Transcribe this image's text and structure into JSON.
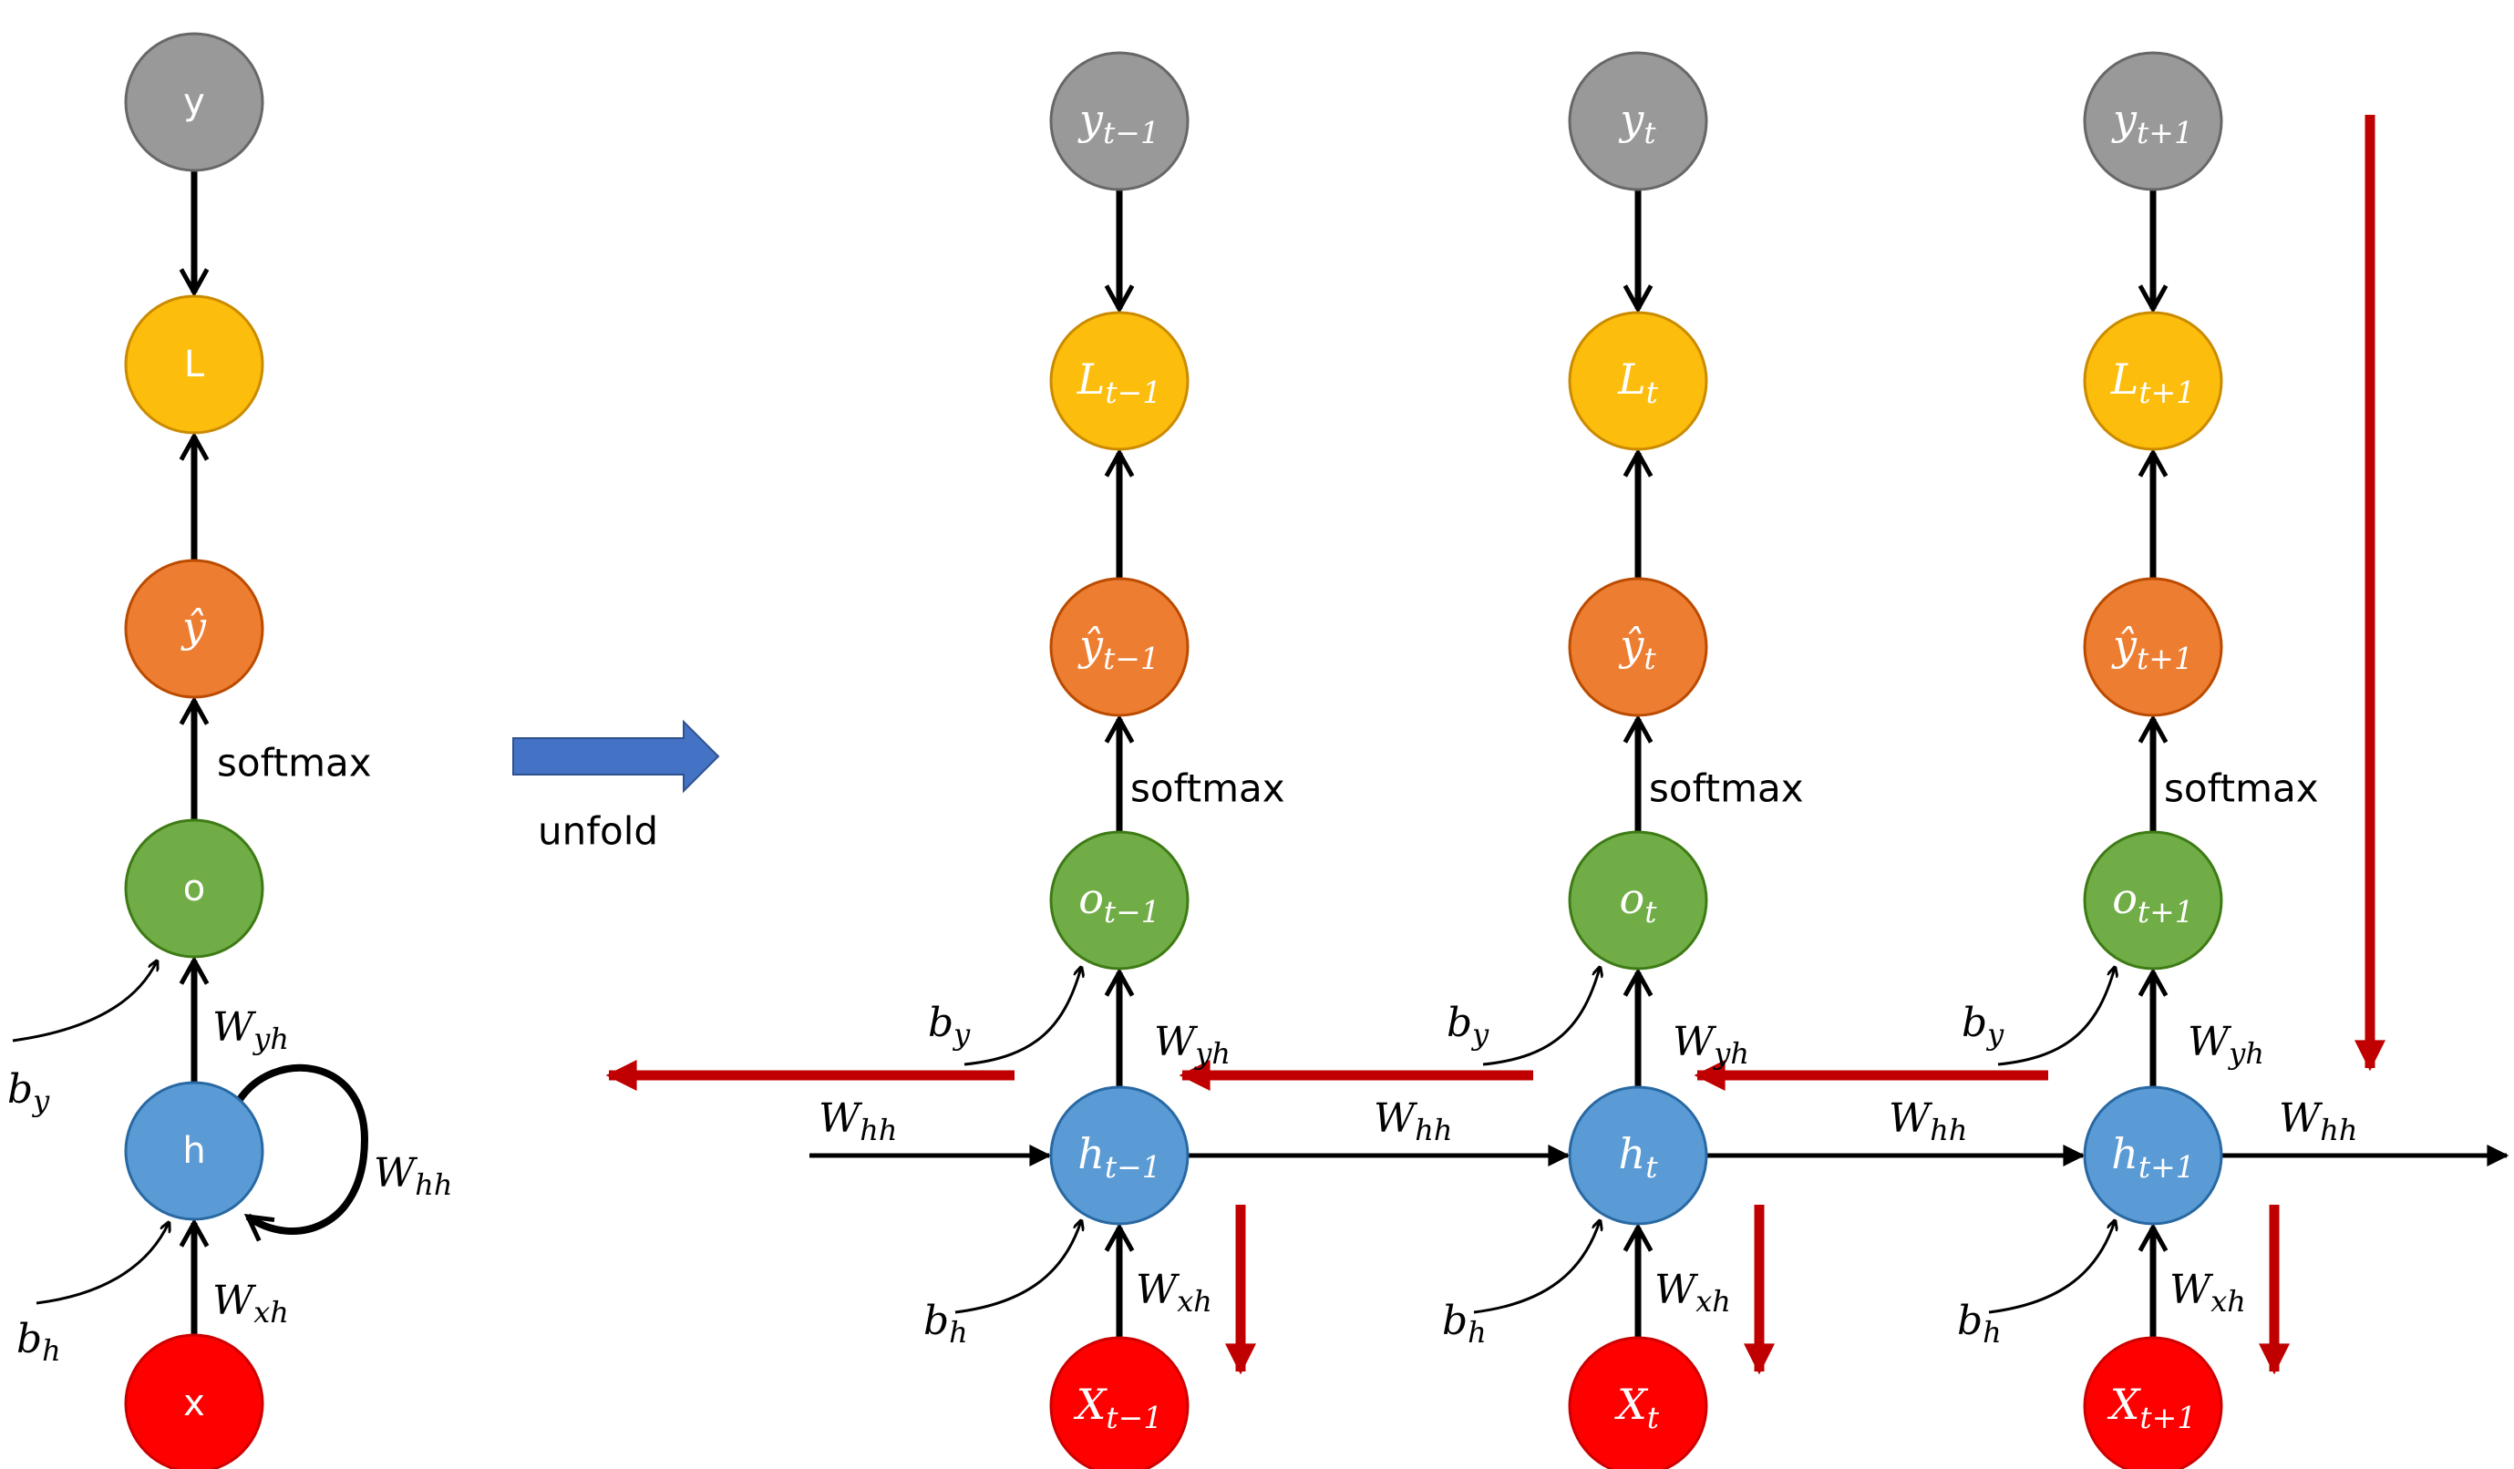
{
  "colors": {
    "y": "#999999",
    "L": "#fcbd0d",
    "yhat": "#ed7d31",
    "o": "#70ad47",
    "h": "#5b9bd5",
    "x": "#ff0000",
    "forward": "#000000",
    "backprop": "#c00000",
    "unfold": "#4472c4"
  },
  "folded": {
    "y": "y",
    "L": "L",
    "yhat": "ŷ",
    "o": "o",
    "h": "h",
    "x": "x",
    "softmax": "softmax",
    "Wyh": "Wyh",
    "Whh": "Whh",
    "Wxh": "Wxh",
    "by": "by",
    "bh": "bh"
  },
  "unfold_label": "unfold",
  "steps": [
    {
      "y": "yt−1",
      "L": "Lt−1",
      "yhat": "ŷt−1",
      "o": "ot−1",
      "h": "ht−1",
      "x": "Xt−1",
      "softmax": "softmax",
      "Wyh": "Wyh",
      "Wxh": "Wxh",
      "by": "by",
      "bh": "bh",
      "Whh": "Whh"
    },
    {
      "y": "yt",
      "L": "Lt",
      "yhat": "ŷt",
      "o": "ot",
      "h": "ht",
      "x": "Xt",
      "softmax": "softmax",
      "Wyh": "Wyh",
      "Wxh": "Wxh",
      "by": "by",
      "bh": "bh",
      "Whh": "Whh"
    },
    {
      "y": "yt+1",
      "L": "Lt+1",
      "yhat": "ŷt+1",
      "o": "ot+1",
      "h": "ht+1",
      "x": "Xt+1",
      "softmax": "softmax",
      "Wyh": "Wyh",
      "Wxh": "Wxh",
      "by": "by",
      "bh": "bh",
      "Whh": "Whh"
    }
  ],
  "final_Whh": "Whh"
}
